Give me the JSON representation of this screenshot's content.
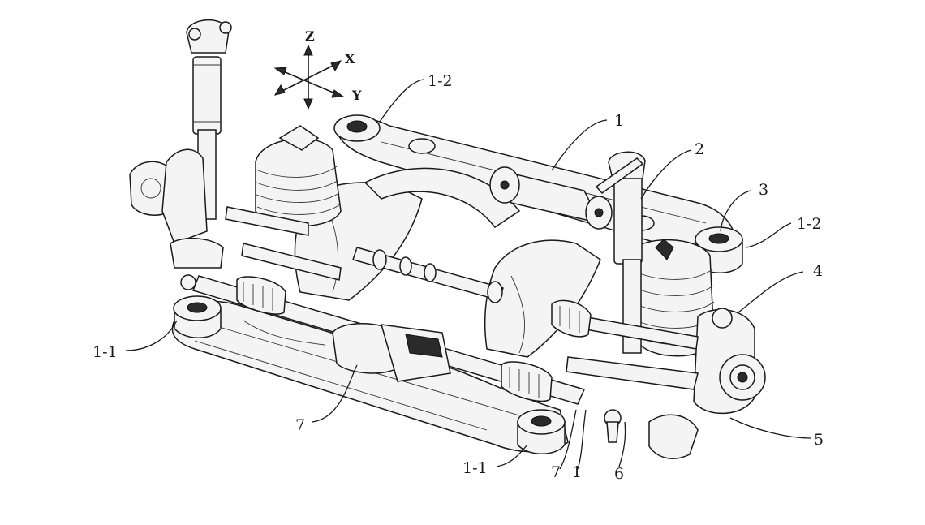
{
  "axes": {
    "z": "Z",
    "x": "X",
    "y": "Y"
  },
  "callouts": [
    {
      "id": "c-1-2-top",
      "text": "1-2"
    },
    {
      "id": "c-1",
      "text": "1"
    },
    {
      "id": "c-2",
      "text": "2"
    },
    {
      "id": "c-3",
      "text": "3"
    },
    {
      "id": "c-1-2-right",
      "text": "1-2"
    },
    {
      "id": "c-4",
      "text": "4"
    },
    {
      "id": "c-1-1-left",
      "text": "1-1"
    },
    {
      "id": "c-7-left",
      "text": "7"
    },
    {
      "id": "c-1-1-bottom",
      "text": "1-1"
    },
    {
      "id": "c-7-bottom",
      "text": "7"
    },
    {
      "id": "c-1-bottom",
      "text": "1"
    },
    {
      "id": "c-6",
      "text": "6"
    },
    {
      "id": "c-5",
      "text": "5"
    }
  ]
}
